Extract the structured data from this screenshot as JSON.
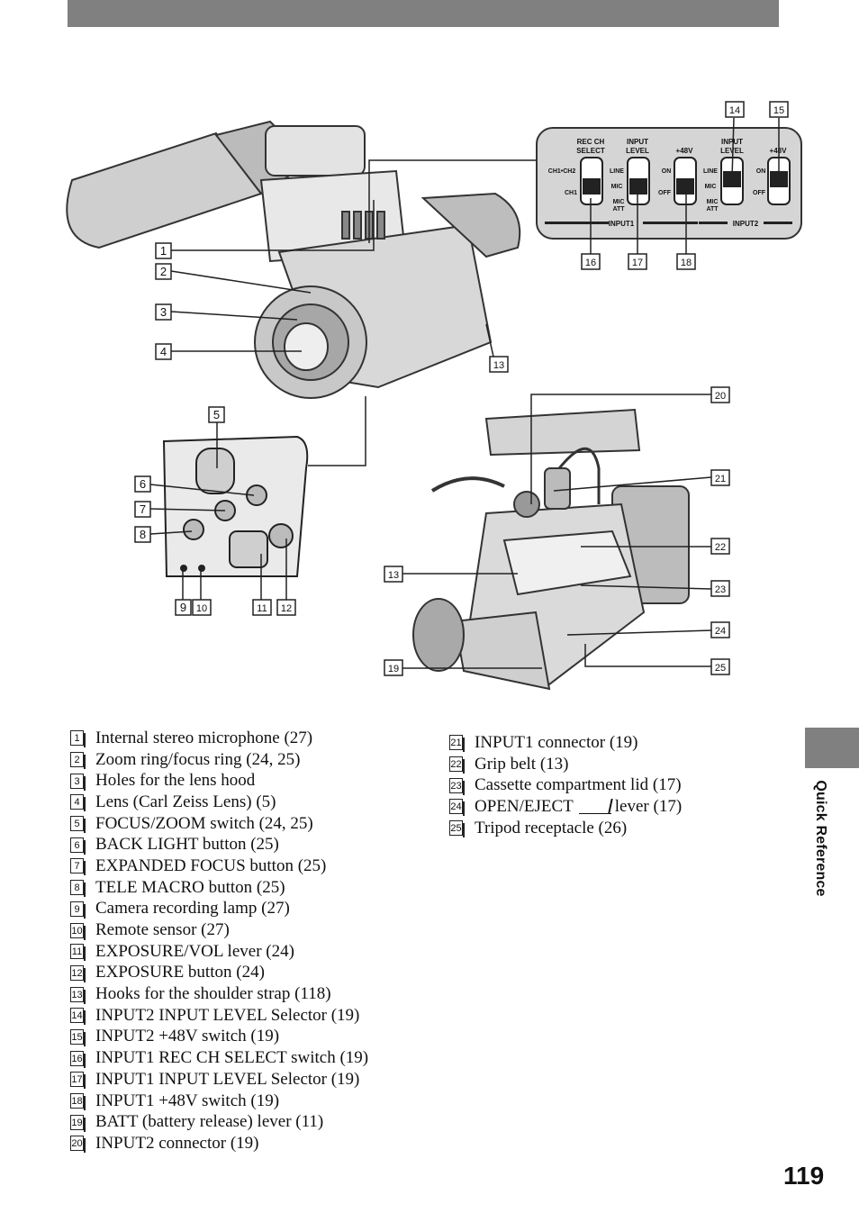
{
  "page": {
    "number": "119",
    "section": "Quick Reference"
  },
  "callouts": [
    "1",
    "2",
    "3",
    "4",
    "5",
    "6",
    "7",
    "8",
    "9",
    "10",
    "11",
    "12",
    "13",
    "14",
    "15",
    "16",
    "17",
    "18",
    "19",
    "20",
    "21",
    "22",
    "23",
    "24",
    "25"
  ],
  "panel": {
    "rec_ch_select": "REC CH\nSELECT",
    "input_level": "INPUT\nLEVEL",
    "plus48v": "+48V",
    "ch1ch2": "CH1•CH2",
    "ch1": "CH1",
    "line": "LINE",
    "mic": "MIC",
    "mic_att": "MIC\nATT",
    "on": "ON",
    "off": "OFF",
    "input1": "INPUT1",
    "input2": "INPUT2"
  },
  "items_left": [
    {
      "num": "1",
      "text": "Internal stereo microphone (27)"
    },
    {
      "num": "2",
      "text": "Zoom ring/focus ring (24, 25)"
    },
    {
      "num": "3",
      "text": "Holes for the lens hood"
    },
    {
      "num": "4",
      "text": "Lens (Carl Zeiss Lens) (5)"
    },
    {
      "num": "5",
      "text": "FOCUS/ZOOM switch (24, 25)"
    },
    {
      "num": "6",
      "text": "BACK LIGHT button (25)"
    },
    {
      "num": "7",
      "text": "EXPANDED FOCUS button (25)"
    },
    {
      "num": "8",
      "text": "TELE MACRO button (25)"
    },
    {
      "num": "9",
      "text": "Camera recording lamp (27)"
    },
    {
      "num": "10",
      "text": "Remote sensor (27)"
    },
    {
      "num": "11",
      "text": "EXPOSURE/VOL lever (24)"
    },
    {
      "num": "12",
      "text": "EXPOSURE button (24)"
    },
    {
      "num": "13",
      "text": "Hooks for the shoulder strap (118)"
    },
    {
      "num": "14",
      "text": "INPUT2 INPUT LEVEL Selector (19)"
    },
    {
      "num": "15",
      "text": "INPUT2 +48V switch (19)"
    },
    {
      "num": "16",
      "text": "INPUT1 REC CH SELECT switch (19)"
    },
    {
      "num": "17",
      "text": "INPUT1 INPUT LEVEL Selector (19)"
    },
    {
      "num": "18",
      "text": "INPUT1 +48V switch (19)"
    },
    {
      "num": "19",
      "text": "BATT (battery release) lever (11)"
    },
    {
      "num": "20",
      "text": "INPUT2 connector (19)"
    }
  ],
  "items_right": [
    {
      "num": "21",
      "text": "INPUT1 connector (19)"
    },
    {
      "num": "22",
      "text": "Grip belt (13)"
    },
    {
      "num": "23",
      "text": "Cassette compartment lid (17)"
    },
    {
      "num": "24",
      "text": "OPEN/EJECT",
      "text2": "lever (17)"
    },
    {
      "num": "25",
      "text": "Tripod receptacle (26)"
    }
  ]
}
